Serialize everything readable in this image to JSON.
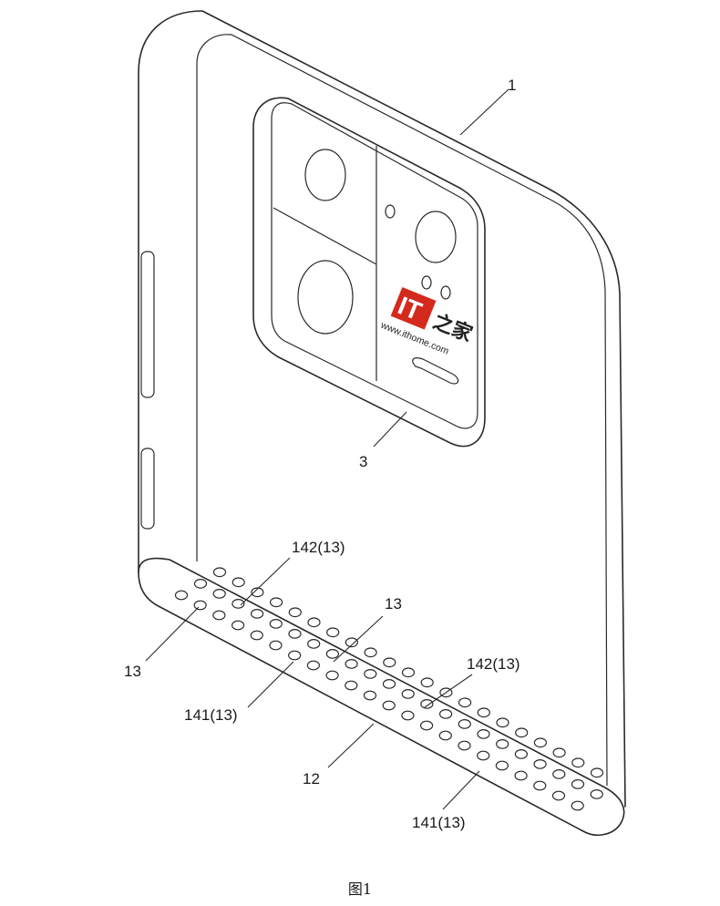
{
  "figure": {
    "caption": "图1",
    "labels": {
      "housing": "1",
      "camera_module": "3",
      "speaker_strip": "12",
      "hole_left": "13",
      "hole_upper": "142(13)",
      "hole_lower": "141(13)",
      "hole_mid": "13",
      "hole_right_upper": "142(13)",
      "hole_right_lower": "141(13)"
    },
    "watermark": {
      "logo_text": "IT",
      "brand_chars": "之家",
      "url": "www.ithome.com",
      "logo_color": "#d42a1e"
    }
  }
}
